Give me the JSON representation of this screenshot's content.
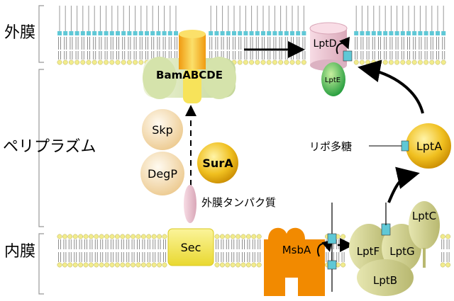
{
  "regions": {
    "outer_membrane": "外膜",
    "periplasm": "ペリプラズム",
    "inner_membrane": "内膜"
  },
  "proteins": {
    "bam": "BamABCDE",
    "skp": "Skp",
    "degp": "DegP",
    "sura": "SurA",
    "sec": "Sec",
    "msba": "MsbA",
    "lptd": "LptD",
    "lpte": "LptE",
    "lpta": "LptA",
    "lptc": "LptC",
    "lptf": "LptF",
    "lptg": "LptG",
    "lptb": "LptB"
  },
  "labels": {
    "lps": "リポ多糖",
    "omp": "外膜タンパク質"
  },
  "colors": {
    "headgroup_blue": "#5fc8d6",
    "headgroup_yellow": "#f2ec8c",
    "lipid_tail": "#8c8c8c",
    "bam_orange": "#f5a623",
    "bam_yellow": "#f7e35a",
    "bam_green": "#d8e6b4",
    "chaperone_beige": "#f4dca8",
    "sura_gold": "#e8b410",
    "sec_yellow": "#f2e85a",
    "msba_orange": "#f28a00",
    "lpt_olive": "#cfcf8c",
    "lptd_pink": "#f3c6d2",
    "lpte_green": "#33b54a",
    "lpta_gold": "#e8b410",
    "omp_pink": "#e8c3d0"
  }
}
